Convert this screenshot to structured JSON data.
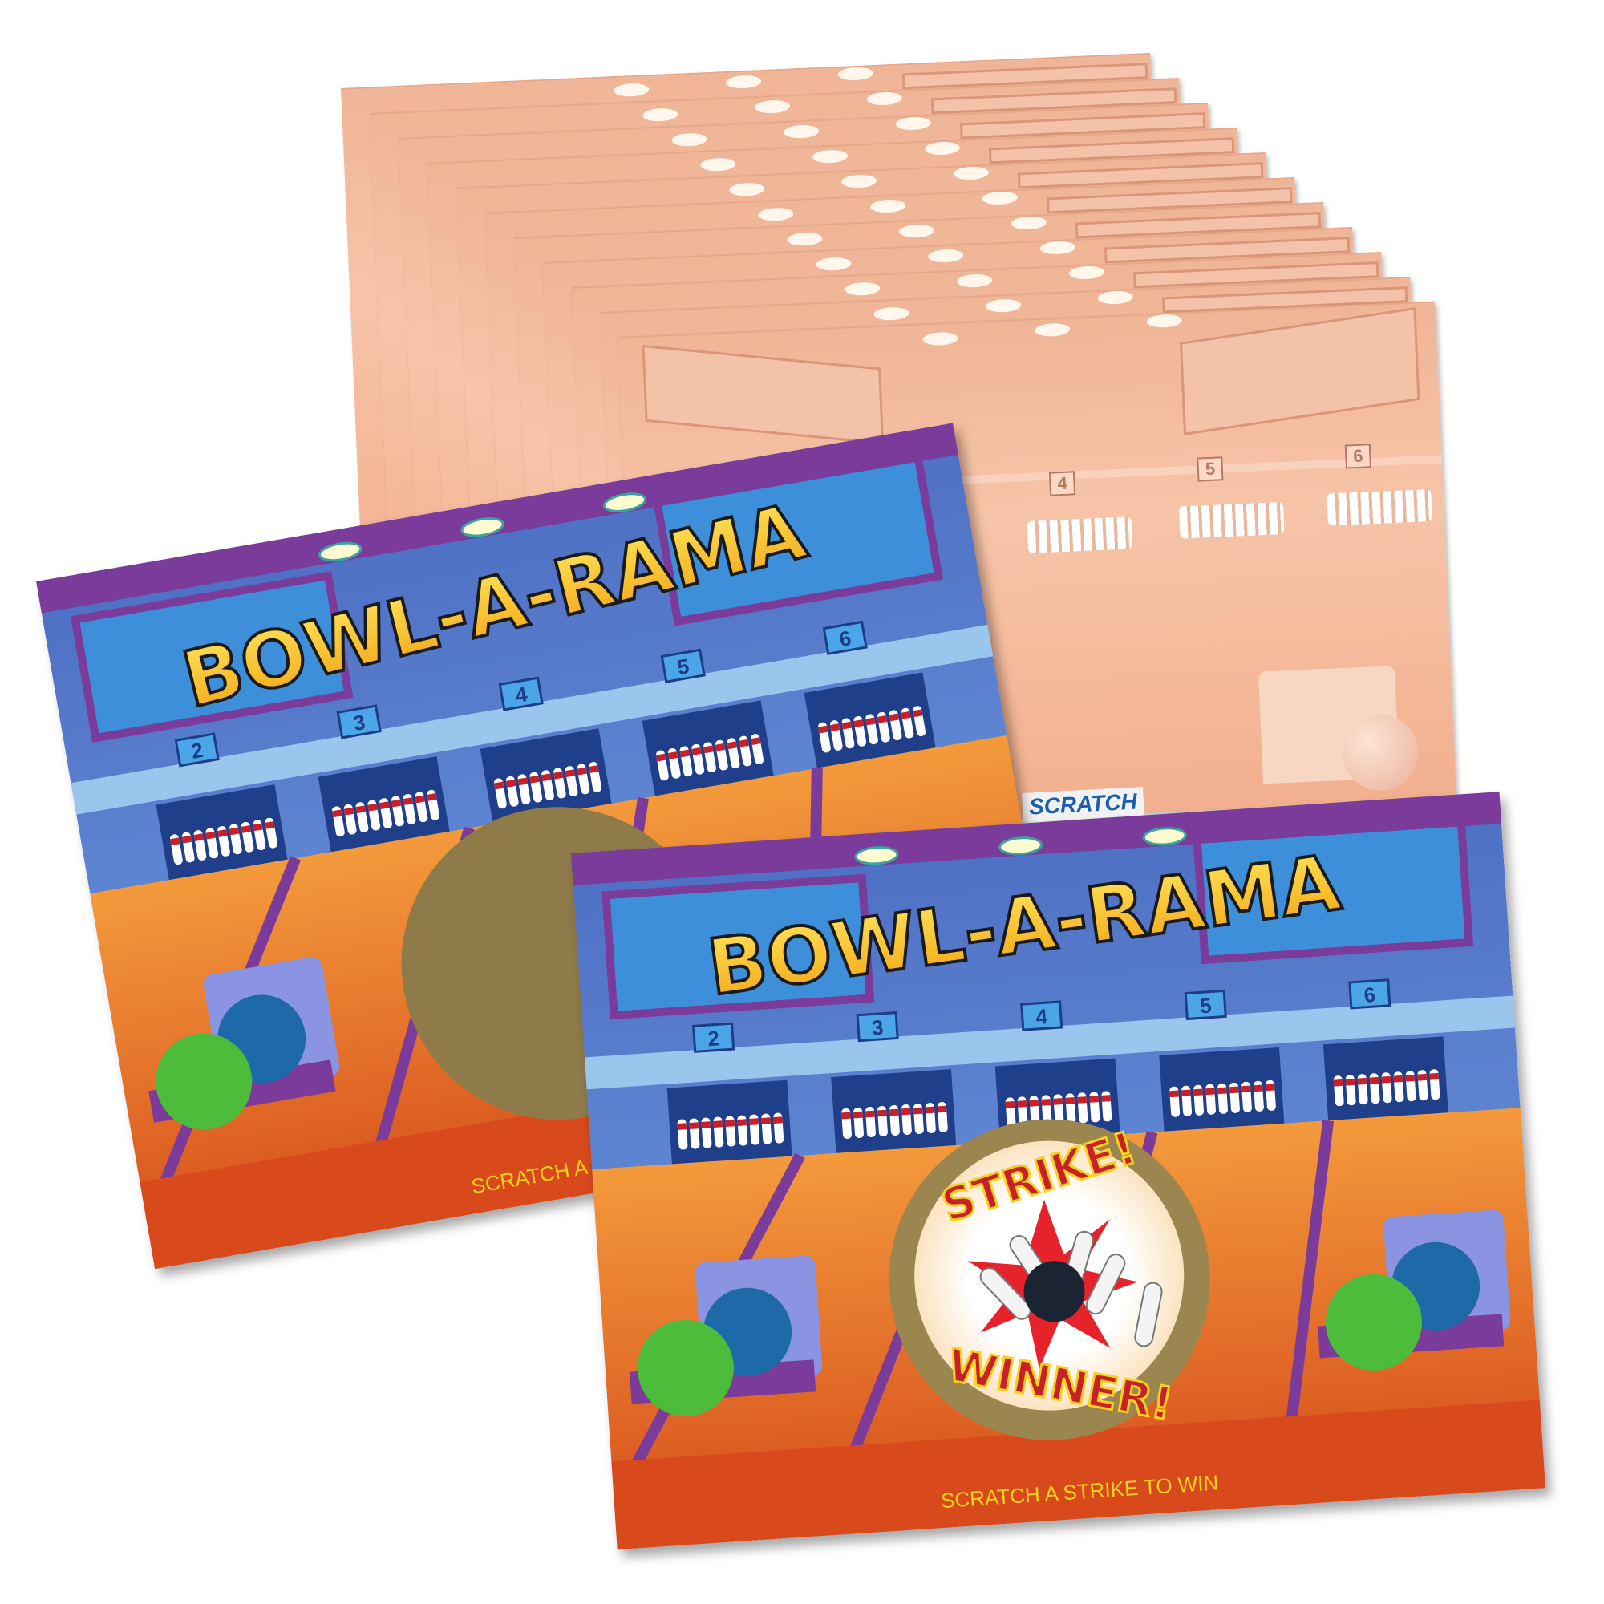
{
  "product": {
    "title": "BOWL-A-RAMA",
    "instruction": "SCRATCH A STRIKE TO WIN",
    "lane_numbers": [
      "2",
      "3",
      "4",
      "5",
      "6"
    ],
    "back_lane_numbers": [
      "4",
      "5",
      "6"
    ],
    "back_label": "SCRATCH",
    "reveal_top": "STRIKE!",
    "reveal_bottom": "WINNER!",
    "colors": {
      "title_yellow": "#f7c21a",
      "purple": "#7a3b9a",
      "lane_orange": "#e8782a",
      "scratch_gold": "#8f7a4a",
      "peach": "#f4bb9d",
      "strike_red": "#c8202a"
    }
  }
}
